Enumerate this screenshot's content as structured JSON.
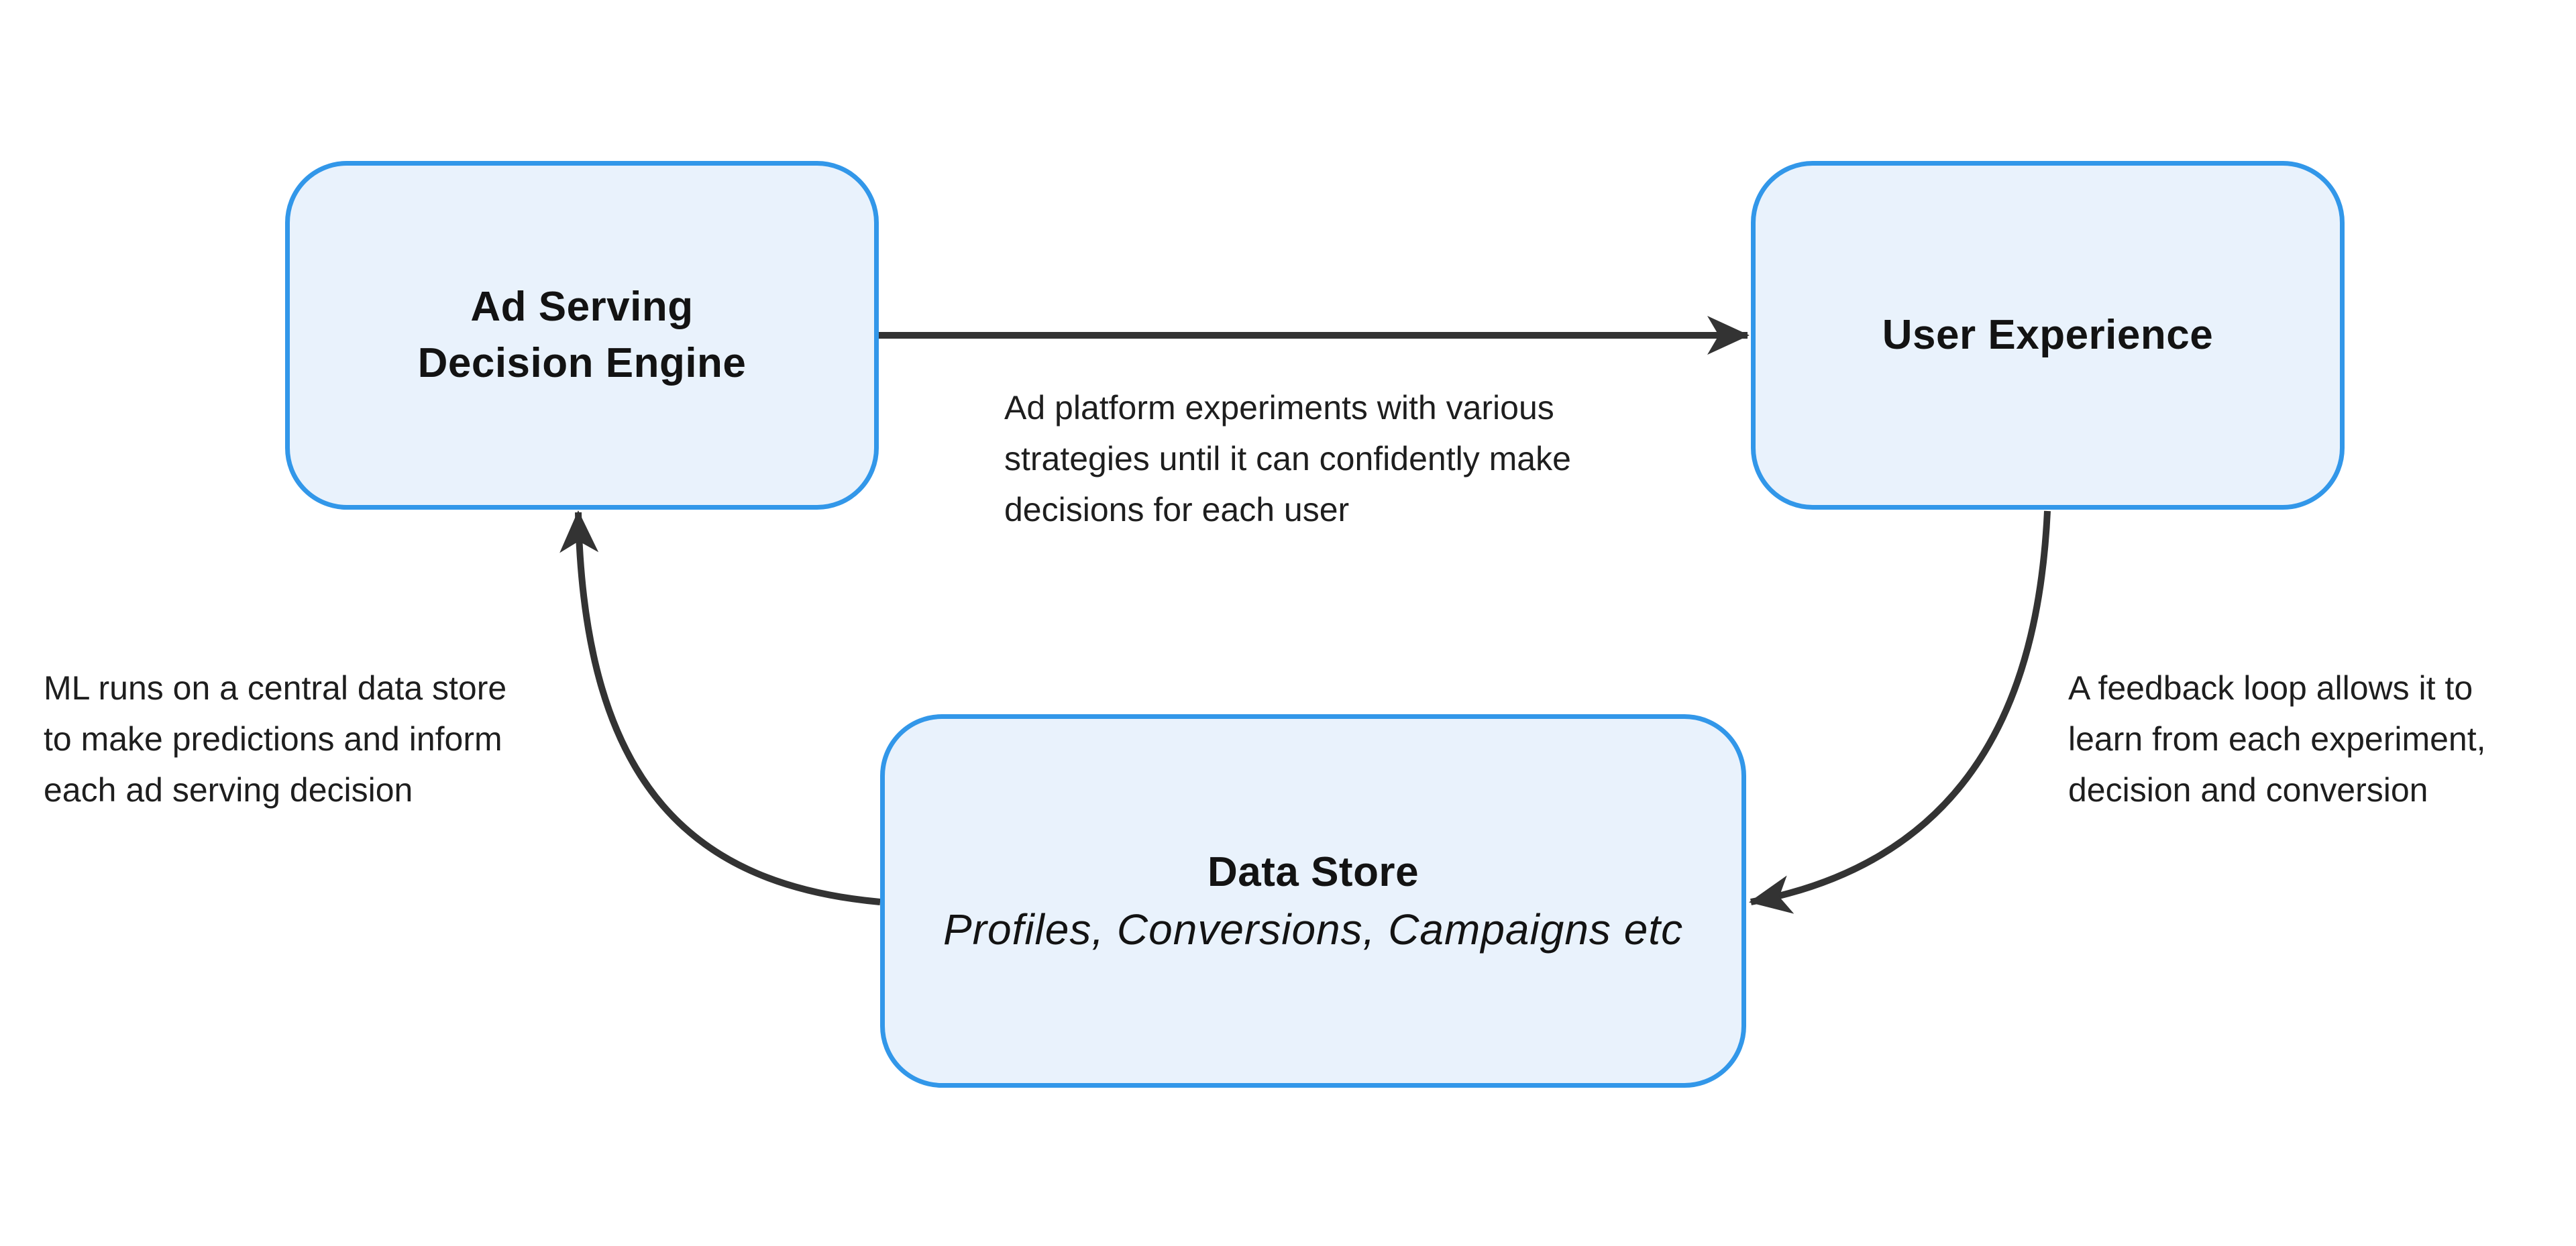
{
  "diagram": {
    "colors": {
      "background": "#ffffff",
      "node_fill": "#E9F2FC",
      "node_border": "#3297E9",
      "arrow": "#333333",
      "heading_text": "#131313",
      "annotation_text": "#1E1E1E"
    },
    "nodes": {
      "ad_engine": {
        "label_lines": [
          "Ad Serving",
          "Decision Engine"
        ]
      },
      "user_experience": {
        "label_lines": [
          "User Experience"
        ]
      },
      "data_store": {
        "title": "Data Store",
        "subtitle": "Profiles, Conversions, Campaigns etc"
      }
    },
    "annotations": {
      "ad_to_ux": {
        "lines": [
          "Ad platform experiments with various",
          "strategies until it can confidently make",
          "decisions for each user"
        ]
      },
      "datastore_to_ad": {
        "lines": [
          "ML runs on a central data store",
          "to make predictions and inform",
          "each ad serving decision"
        ]
      },
      "ux_to_datastore": {
        "lines": [
          "A feedback loop allows it to",
          "learn from each experiment,",
          "decision and conversion"
        ]
      }
    }
  }
}
